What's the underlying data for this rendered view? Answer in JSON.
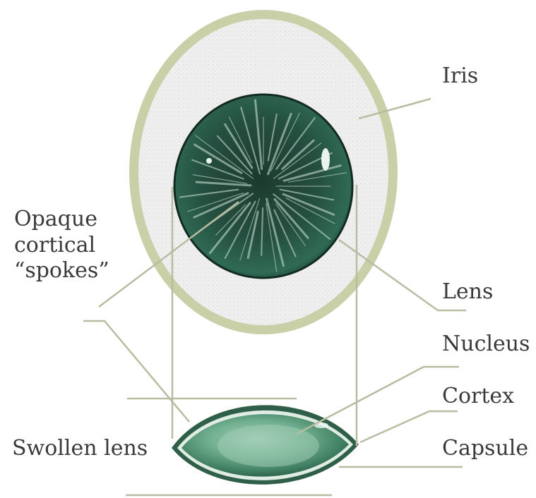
{
  "labels": {
    "iris": "Iris",
    "spokes": "Opaque\ncortical\n“spokes”",
    "lens": "Lens",
    "nucleus": "Nucleus",
    "cortex": "Cortex",
    "swollen_lens": "Swollen lens",
    "capsule": "Capsule"
  },
  "colors": {
    "iris_ring": "#c9cfa6",
    "iris_fill": "#eeeeee",
    "lens_dark": "#0f2a20",
    "lens_mid": "#2e6b53",
    "spoke": "#cfe6dc",
    "leader": "#b8bca0",
    "label_text": "#3a3a3a"
  }
}
